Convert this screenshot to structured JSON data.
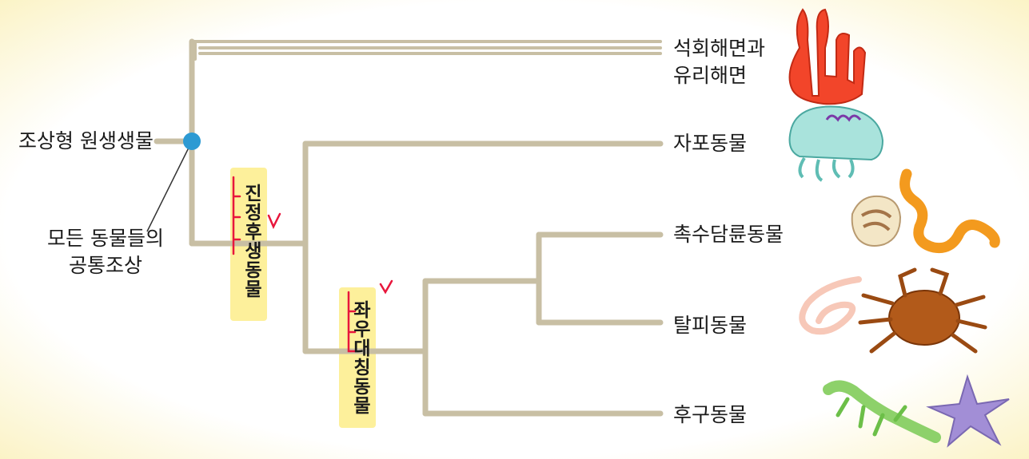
{
  "diagram": {
    "root_label": "조상형 원생생물",
    "common_ancestor_label_lines": [
      "모든 동물들의",
      "공통조상"
    ],
    "clade_labels": {
      "eumetazoa": "진정후생동물",
      "bilateria": "좌우대칭동물"
    },
    "taxa": [
      {
        "lines": [
          "석회해면과",
          "유리해면"
        ],
        "icon": "sponge-icon"
      },
      {
        "lines": [
          "자포동물"
        ],
        "icon": "jellyfish-icon"
      },
      {
        "lines": [
          "촉수담륜동물"
        ],
        "icon": "worm-and-shell-icon"
      },
      {
        "lines": [
          "탈피동물"
        ],
        "icon": "nematode-and-crab-icon"
      },
      {
        "lines": [
          "후구동물"
        ],
        "icon": "lizard-and-starfish-icon"
      }
    ],
    "colors": {
      "branch": "#c8bfa4",
      "node": "#2d9ad3",
      "highlight": "#fdec82",
      "annotation": "#e8163c"
    }
  }
}
